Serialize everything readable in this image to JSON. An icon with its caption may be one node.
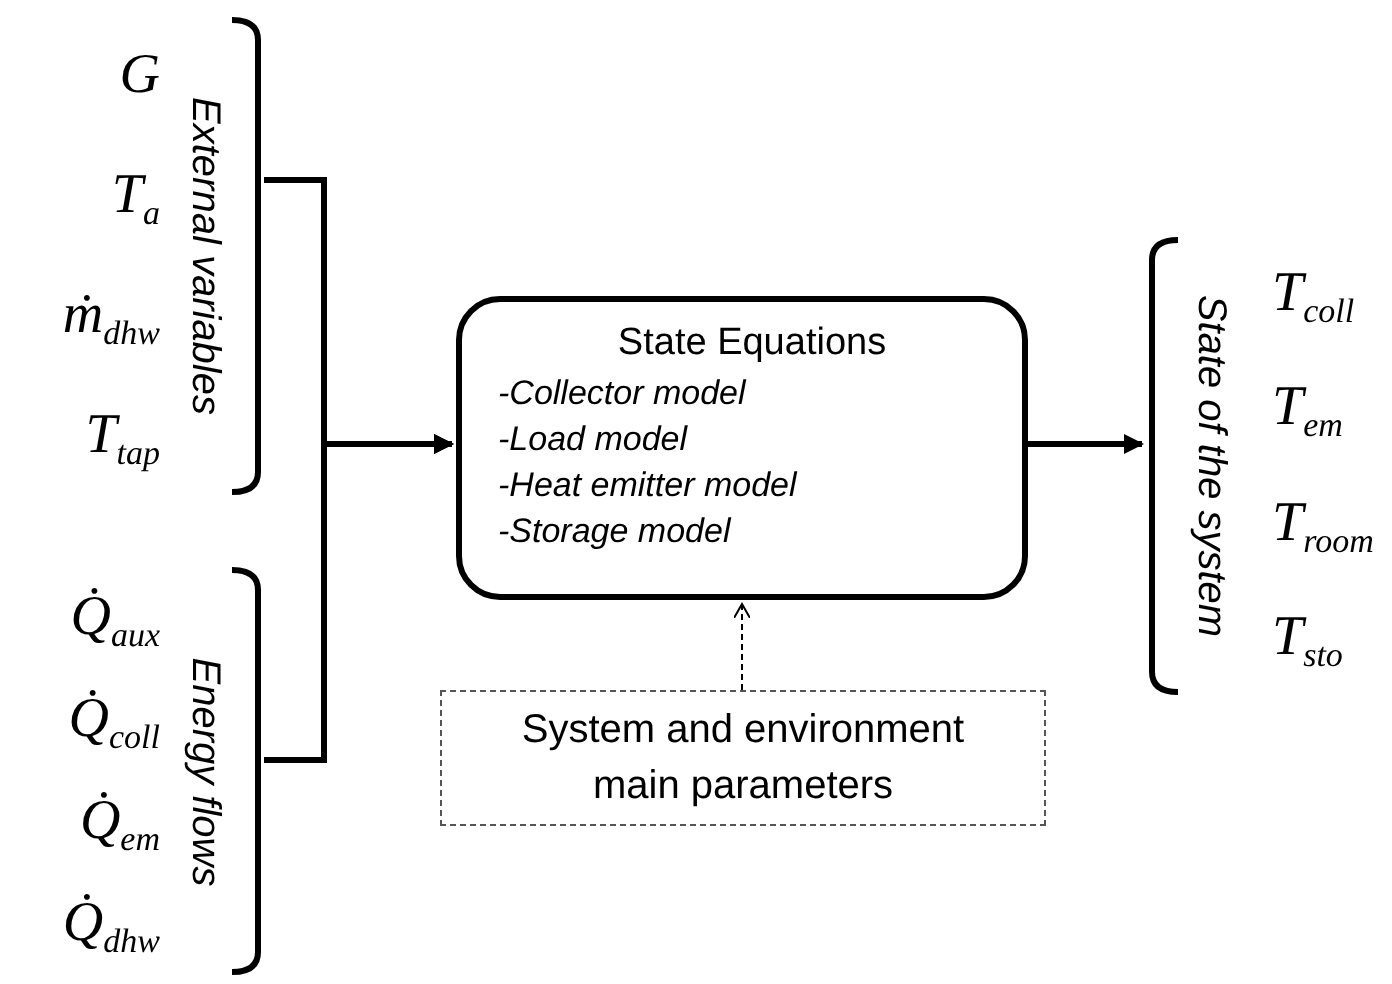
{
  "diagram": {
    "nodes": [
      {
        "text": [
          "External variables"
        ],
        "beside": [
          "G",
          "T$_{a}$",
          "ṁ$_{dhw}$",
          "T$_{tap}$"
        ]
      },
      {
        "text": [
          "Energy flows"
        ],
        "beside": [
          "Q̇$_{aux}$",
          "Q̇$_{coll}$",
          "Q̇$_{em}$",
          "Q̇$_{dhw}$"
        ]
      },
      {
        "text": [
          "State Equations",
          "-Collector model",
          "-Load model",
          "-Heat emitter model",
          "-Storage model"
        ]
      },
      {
        "text": [
          "State of the system"
        ],
        "beside": [
          "T$_{coll}$",
          "T$_{em}$",
          "T$_{room}$",
          "T$_{sto}$"
        ]
      },
      {
        "text": [
          "System and environment main parameters"
        ]
      }
    ],
    "edges": [
      {
        "from": 0,
        "to": 2,
        "arrow": "to"
      },
      {
        "from": 1,
        "to": 2,
        "arrow": "to"
      },
      {
        "from": 2,
        "to": 3,
        "arrow": "to"
      },
      {
        "from": 4,
        "to": 2,
        "arrow": "to",
        "style": "dashed"
      }
    ]
  }
}
